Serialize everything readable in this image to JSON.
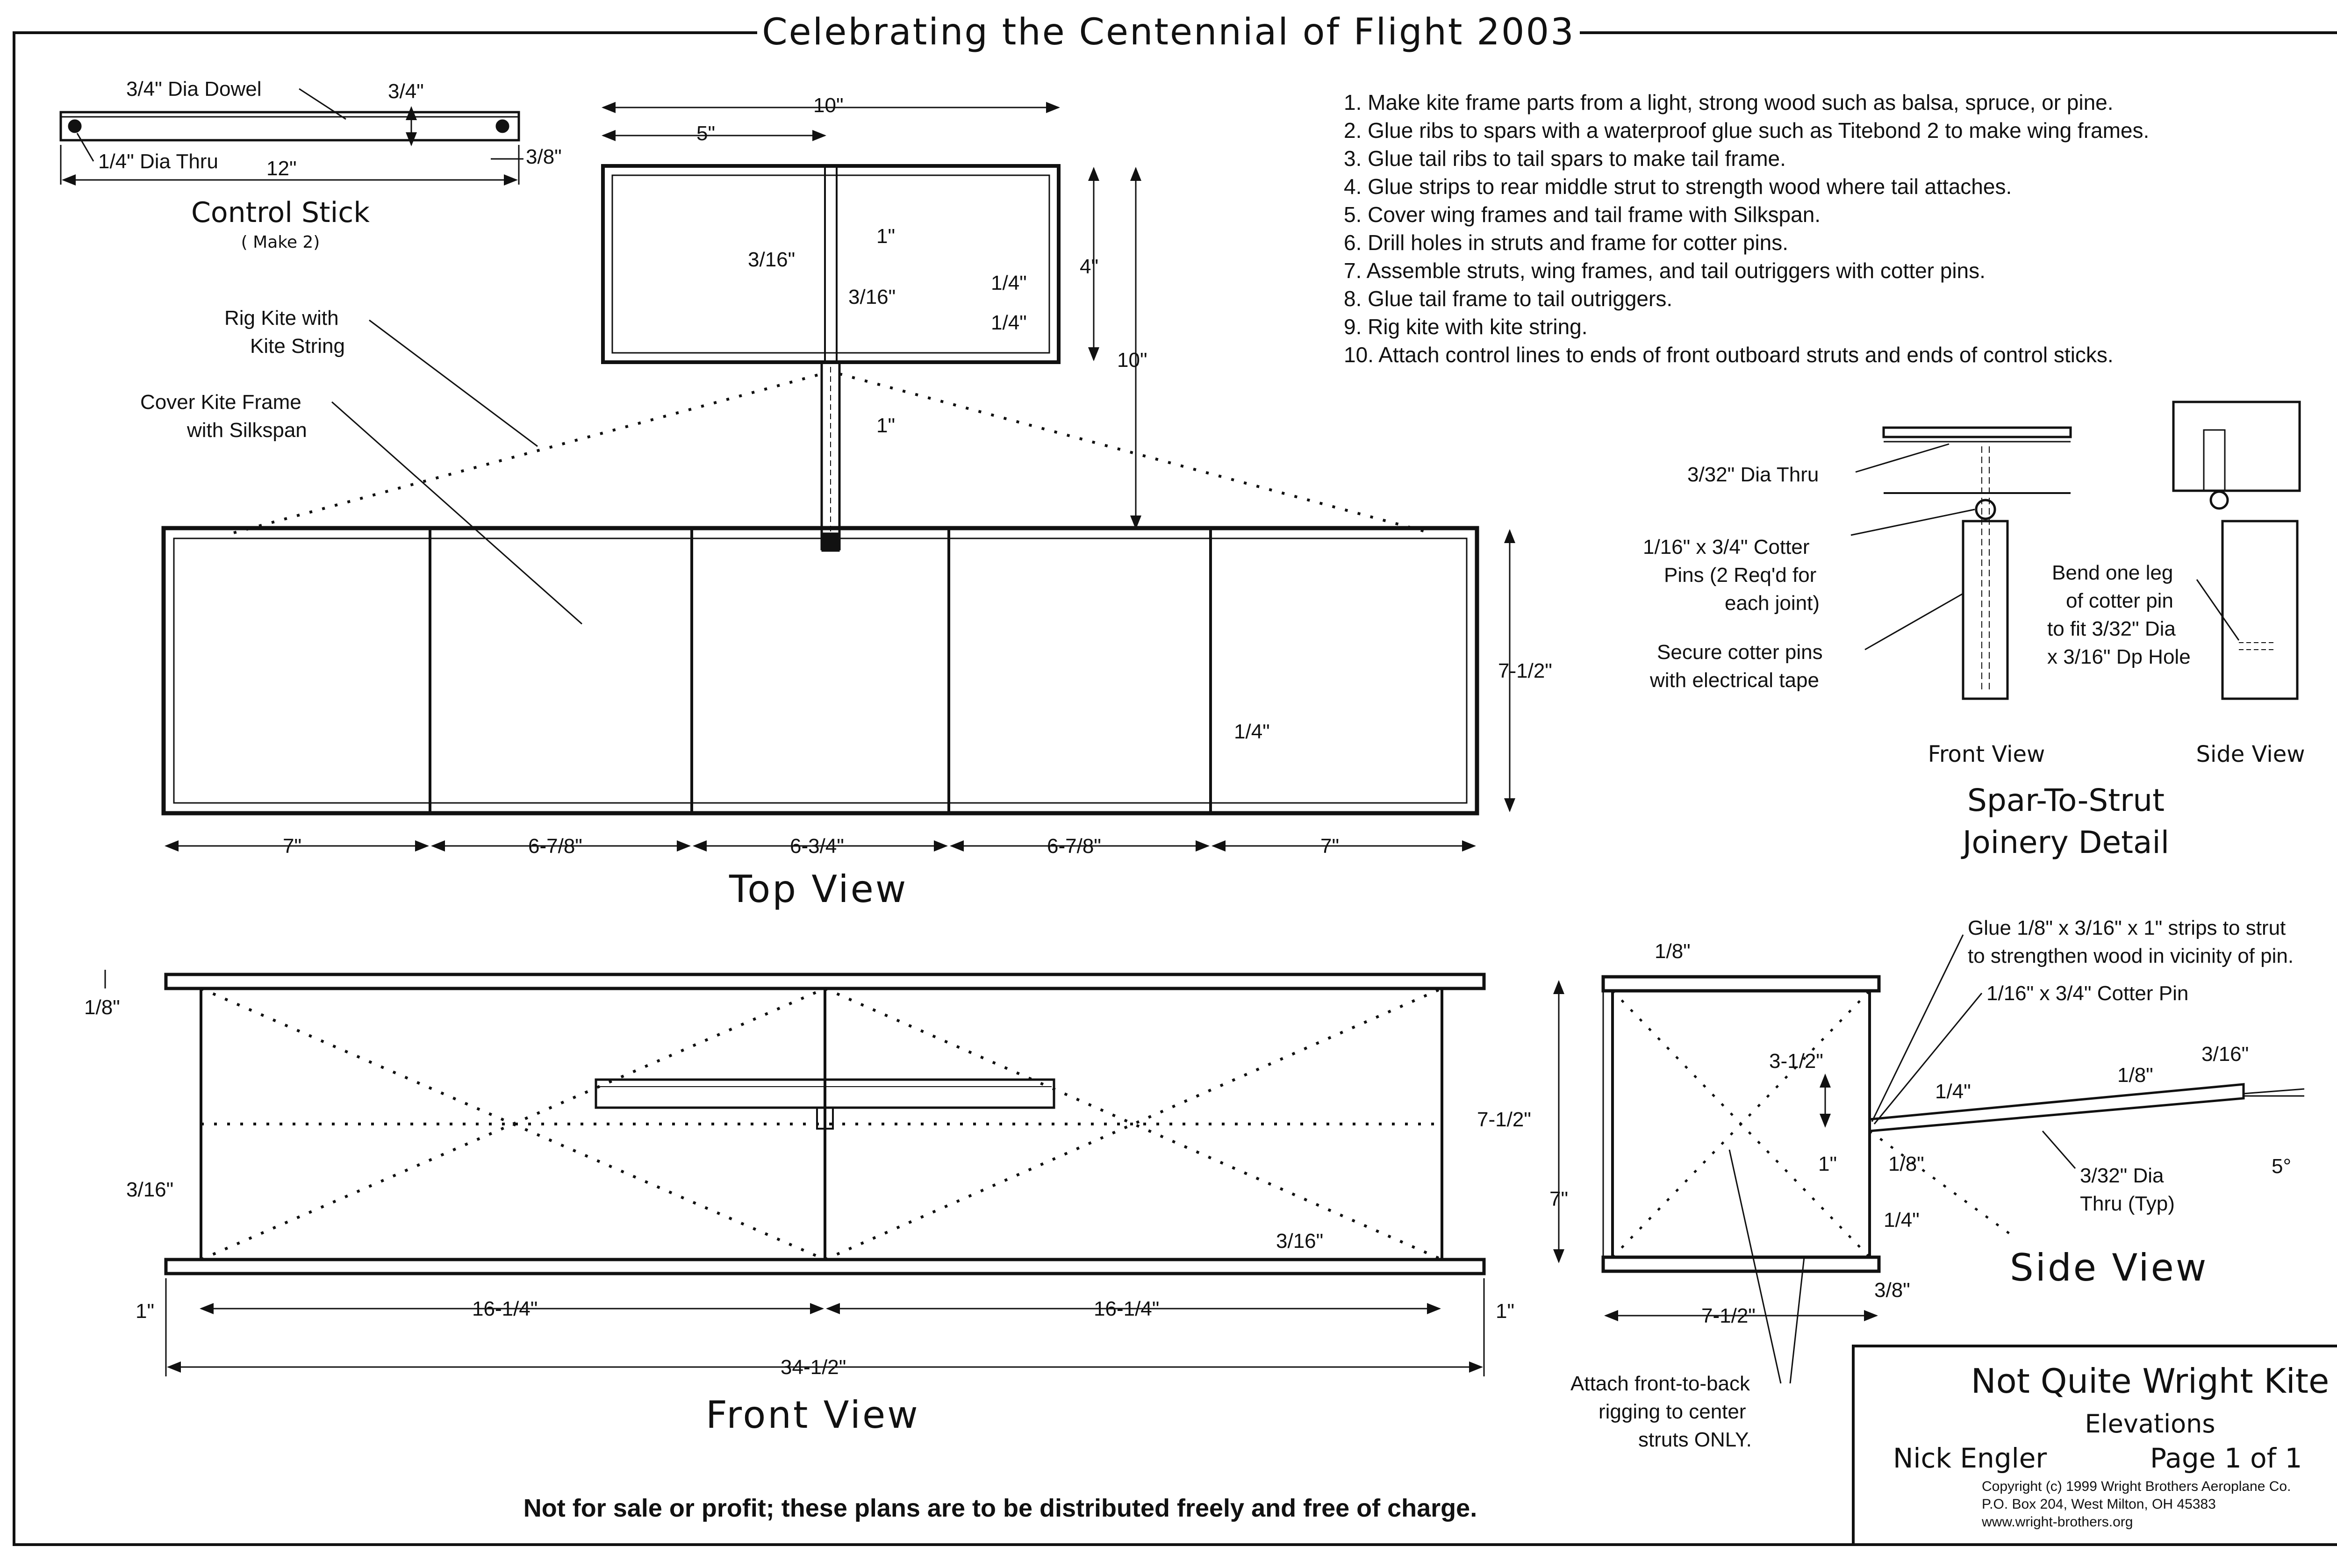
{
  "header": "Celebrating the Centennial of Flight 2003",
  "instructions": [
    "1. Make kite frame parts from a light, strong wood such as balsa, spruce, or pine.",
    "2. Glue ribs to spars with a waterproof glue such as Titebond 2 to make wing frames.",
    "3. Glue tail ribs to tail spars to make tail frame.",
    "4. Glue strips to rear middle strut to strength wood where tail attaches.",
    "5. Cover wing frames and tail frame with Silkspan.",
    "6. Drill holes in struts and frame for cotter pins.",
    "7. Assemble struts, wing frames, and tail outriggers with cotter pins.",
    "8. Glue tail frame to tail outriggers.",
    "9. Rig kite with kite string.",
    "10. Attach control lines to ends of front outboard struts and ends of control sticks."
  ],
  "control_stick": {
    "title": "Control Stick",
    "subtitle": "( Make 2)",
    "dowel": "3/4\" Dia Dowel",
    "thickness": "3/4\"",
    "hole": "1/4\" Dia Thru",
    "edge": "3/8\"",
    "length": "12\""
  },
  "top_view": {
    "title": "Top View",
    "rig_note": [
      "Rig Kite with",
      "Kite String"
    ],
    "cover_note": [
      "Cover Kite Frame",
      "with Silkspan"
    ],
    "tail_width": "10\"",
    "tail_half": "5\"",
    "tail_depth": "4\"",
    "boom_length": "10\"",
    "strip_width": "3/16\"",
    "strip_width_2": "3/16\"",
    "strip_len": "1\"",
    "strip_len_2": "1\"",
    "rib": "1/4\"",
    "rib_2": "1/4\"",
    "wing_rib": "1/4\"",
    "wing_depth": "7-1/2\"",
    "bays": [
      "7\"",
      "6-7/8\"",
      "6-3/4\"",
      "6-7/8\"",
      "7\""
    ]
  },
  "front_view": {
    "title": "Front View",
    "spar": "1/8\"",
    "strut": "3/16\"",
    "strut_2": "3/16\"",
    "left_overhang": "1\"",
    "right_overhang": "1\"",
    "half_span_left": "16-1/4\"",
    "half_span_right": "16-1/4\"",
    "span": "34-1/2\""
  },
  "joinery": {
    "title_1": "Spar-To-Strut",
    "title_2": "Joinery Detail",
    "front_view": "Front View",
    "side_view": "Side View",
    "hole": "3/32\" Dia Thru",
    "pins": [
      "1/16\" x 3/4\" Cotter",
      "Pins (2 Req'd for",
      "each joint)"
    ],
    "tape": [
      "Secure cotter pins",
      "with electrical tape"
    ],
    "bend": [
      "Bend one leg",
      "of cotter pin",
      "to fit 3/32\" Dia",
      "x 3/16\" Dp Hole"
    ]
  },
  "side_view": {
    "title": "Side View",
    "glue_note": [
      "Glue 1/8\" x 3/16\" x 1\" strips to strut",
      "to strengthen wood in vicinity of pin."
    ],
    "cotter": "1/16\" x 3/4\" Cotter Pin",
    "top_spar": "1/8\"",
    "height_outer": "7-1/2\"",
    "height_inner": "7\"",
    "tail_height": "3-1/2\"",
    "tail_offset": "1\"",
    "a": "1/8\"",
    "b": "1/4\"",
    "c": "1/4\"",
    "d": "1/8\"",
    "e": "3/16\"",
    "angle": "5°",
    "hole": [
      "3/32\" Dia",
      "Thru (Typ)"
    ],
    "bottom": "3/8\"",
    "depth": "7-1/2\"",
    "rigging_note": [
      "Attach front-to-back",
      "rigging to center",
      "struts ONLY."
    ]
  },
  "title_block": {
    "title": "Not Quite Wright Kite",
    "subtitle": "Elevations",
    "author": "Nick Engler",
    "page": "Page 1 of 1",
    "copyright": [
      "Copyright (c) 1999 Wright Brothers Aeroplane Co.",
      "P.O. Box 204, West Milton, OH  45383",
      "www.wright-brothers.org"
    ]
  },
  "footer": "Not for sale or profit; these plans are to be distributed freely and free of charge."
}
